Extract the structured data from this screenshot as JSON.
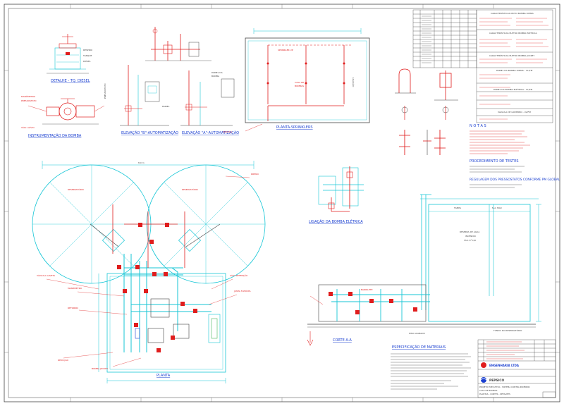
{
  "titles": {
    "detalhe": "DETALHE - TQ. DIESEL",
    "instrumentacao": "INSTRUMENTAÇÃO DA BOMBA",
    "elevacao_b": "ELEVAÇÃO \"B\"-AUTOMATIZAÇÃO",
    "elevacao_a": "ELEVAÇÃO \"A\"-AUTOMATIZAÇÃO",
    "planta_sprinklers": "PLANTA-SPRINKLERS",
    "ligacao": "LIGAÇÃO DA BOMBA ELÉTRICA",
    "planta": "PLANTA",
    "corte": "CORTE A-A",
    "especificacao": "ESPECIFICAÇÃO DE MATERIAIS",
    "notas": "N O T A S",
    "procedimento": "PROCEDIMENTO DE TESTES",
    "regulagem": "REGULAGEM DOS PRESSOSTATOS CONFORME PM GLOBAL"
  },
  "spec_blocks": [
    "CARACTERÍSTICAS MOTO BOMBA DIESEL",
    "CARACTERÍSTICAS ELETRO BOMBA ELÉTRICA",
    "CARACTERÍSTICAS ELETRO BOMBA JOCKEY",
    "PAINEL DA BOMBA DIESEL - UL/FM",
    "PAINEL DA BOMBA ELÉTRICA - UL/FM",
    "VÁLVULA DE GOVERNO - UL/FM"
  ],
  "reservoir": {
    "line1": "RESERVA DE ÁGUA",
    "line2": "INCÊNDIO",
    "line3": "550 m³ C/D"
  },
  "title_block": {
    "company": "ENGENHARIA LTDA",
    "client": "PEPSICO",
    "project": "PROJETO EXECUTIVO - SISTEMA CONTRA INCÊNDIO",
    "subtitle": "CASA DE BOMBAS",
    "detail": "PLANTAS - CORTES - DETALHES"
  },
  "colors": {
    "frame": "#444444",
    "cyan": "#16c6d6",
    "red": "#e01d1d",
    "blue": "#1a3fd0",
    "magenta": "#d21aa8",
    "green": "#22a83a",
    "grey": "#8a8a8a"
  }
}
